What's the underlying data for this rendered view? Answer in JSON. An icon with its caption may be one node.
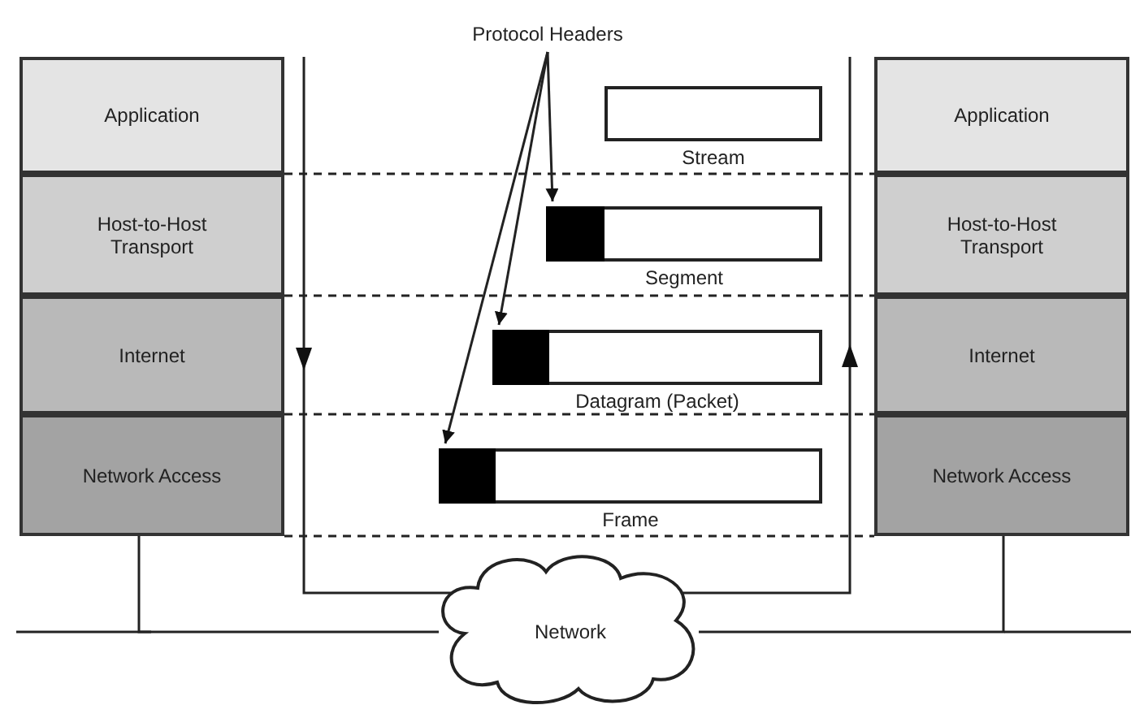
{
  "diagram": {
    "nodes": [
      {
        "text": [
          "Application"
        ]
      },
      {
        "text": [
          "Host-to-Host Transport"
        ]
      },
      {
        "text": [
          "Internet"
        ]
      },
      {
        "text": [
          "Network Access"
        ]
      },
      {
        "text": [
          "Application"
        ]
      },
      {
        "text": [
          "Host-to-Host Transport"
        ]
      },
      {
        "text": [
          "Internet"
        ]
      },
      {
        "text": [
          "Network Access"
        ]
      },
      {
        "text": [
          "Protocol Headers"
        ]
      },
      {
        "text": [
          "Stream"
        ]
      },
      {
        "text": [
          "Segment"
        ]
      },
      {
        "text": [],
        "shape": "box",
        "in": 10
      },
      {
        "text": [
          "Datagram (Packet)"
        ]
      },
      {
        "text": [],
        "shape": "box",
        "in": 12
      },
      {
        "text": [
          "Frame"
        ]
      },
      {
        "text": [],
        "shape": "box",
        "in": 14
      },
      {
        "text": [
          "Network"
        ]
      }
    ],
    "edges": [
      {
        "from": 8,
        "to": 11,
        "arrow": "to"
      },
      {
        "from": 8,
        "to": 13,
        "arrow": "to"
      },
      {
        "from": 8,
        "to": 15,
        "arrow": "to"
      },
      {
        "from": 3,
        "to": 16,
        "arrow": "none"
      },
      {
        "from": 16,
        "to": 7,
        "arrow": "none"
      }
    ]
  }
}
